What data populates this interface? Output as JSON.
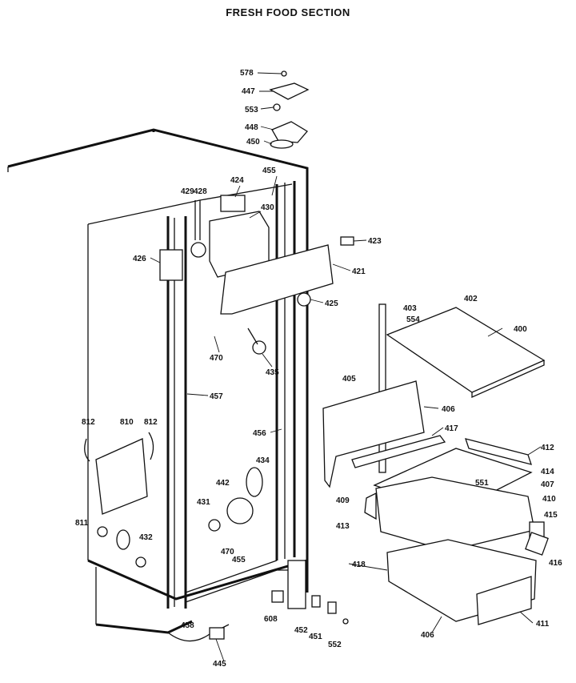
{
  "title": "FRESH FOOD SECTION",
  "labels": [
    "578",
    "447",
    "553",
    "448",
    "450",
    "455",
    "424",
    "429",
    "428",
    "430",
    "423",
    "426",
    "421",
    "425",
    "470",
    "435",
    "403",
    "402",
    "554",
    "400",
    "405",
    "406",
    "457",
    "417",
    "412",
    "812",
    "810",
    "812",
    "434",
    "414",
    "551",
    "407",
    "410",
    "409",
    "415",
    "413",
    "442",
    "431",
    "811",
    "432",
    "470",
    "455",
    "416",
    "418",
    "456",
    "411",
    "406",
    "608",
    "458",
    "452",
    "451",
    "552",
    "445"
  ]
}
